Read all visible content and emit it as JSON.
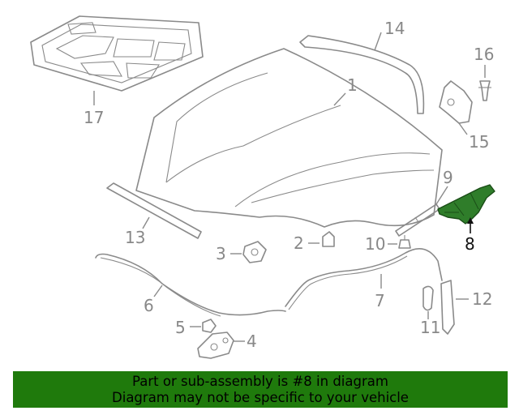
{
  "diagram": {
    "highlight_color": "#2f7d2a",
    "part_color": "#8a8a8a",
    "callouts": [
      {
        "id": "1",
        "label": "1"
      },
      {
        "id": "2",
        "label": "2"
      },
      {
        "id": "3",
        "label": "3"
      },
      {
        "id": "4",
        "label": "4"
      },
      {
        "id": "5",
        "label": "5"
      },
      {
        "id": "6",
        "label": "6"
      },
      {
        "id": "7",
        "label": "7"
      },
      {
        "id": "8",
        "label": "8",
        "highlighted": true
      },
      {
        "id": "9",
        "label": "9"
      },
      {
        "id": "10",
        "label": "10"
      },
      {
        "id": "11",
        "label": "11"
      },
      {
        "id": "12",
        "label": "12"
      },
      {
        "id": "13",
        "label": "13"
      },
      {
        "id": "14",
        "label": "14"
      },
      {
        "id": "15",
        "label": "15"
      },
      {
        "id": "16",
        "label": "16"
      },
      {
        "id": "17",
        "label": "17"
      }
    ]
  },
  "banner": {
    "line1": "Part or sub-assembly is #8 in diagram",
    "line2": "Diagram may not be specific to your vehicle",
    "background": "#1f7a0c"
  }
}
